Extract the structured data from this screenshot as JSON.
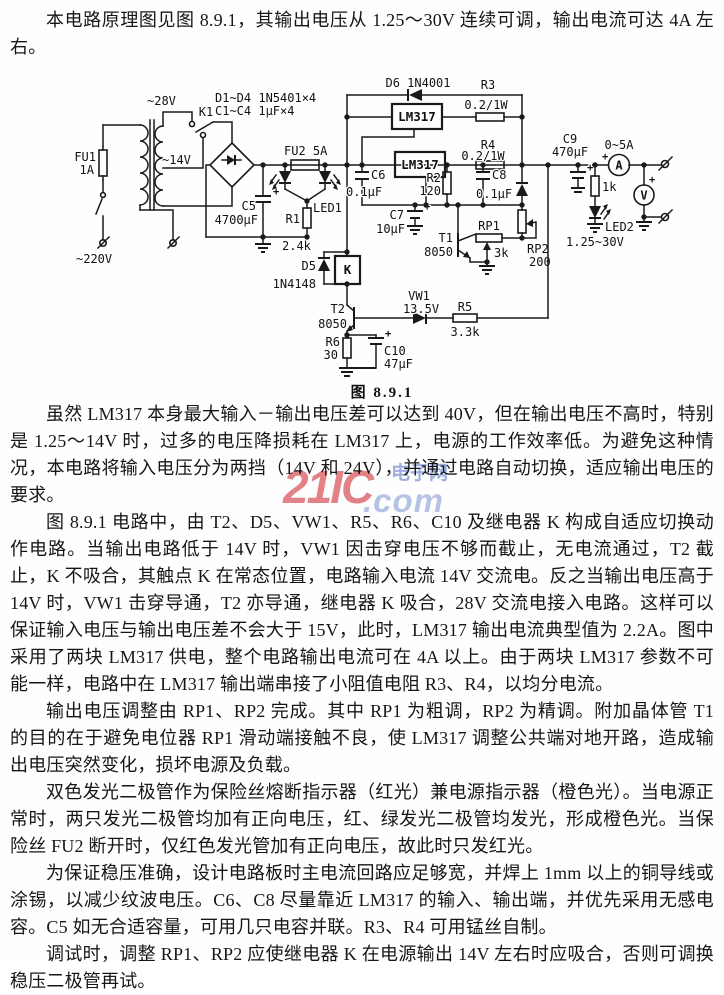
{
  "page": {
    "caption": "图 8.9.1"
  },
  "paragraphs": [
    "本电路原理图见图 8.9.1，其输出电压从 1.25～30V 连续可调，输出电流可达 4A 左右。",
    "虽然 LM317 本身最大输入－输出电压差可以达到 40V，但在输出电压不高时，特别是 1.25～14V 时，过多的电压降损耗在 LM317 上，电源的工作效率低。为避免这种情况，本电路将输入电压分为两挡（14V 和 24V），并通过电路自动切换，适应输出电压的要求。",
    "图 8.9.1 电路中，由 T2、D5、VW1、R5、R6、C10 及继电器 K 构成自适应切换动作电路。当输出电路低于 14V 时，VW1 因击穿电压不够而截止，无电流通过，T2 截止，K 不吸合，其触点 K 在常态位置，电路输入电流 14V 交流电。反之当输出电压高于 14V 时，VW1 击穿导通，T2 亦导通，继电器 K 吸合，28V 交流电接入电路。这样可以保证输入电压与输出电压差不会大于 15V，此时，LM317 输出电流典型值为 2.2A。图中采用了两块 LM317 供电，整个电路输出电流可在 4A 以上。由于两块 LM317 参数不可能一样，电路中在 LM317 输出端串接了小阻值电阻 R3、R4，以均分电流。",
    "输出电压调整由 RP1、RP2 完成。其中 RP1 为粗调，RP2 为精调。附加晶体管 T1 的目的在于避免电位器 RP1 滑动端接触不良，使 LM317 调整公共端对地开路，造成输出电压突然变化，损坏电源及负载。",
    "双色发光二极管作为保险丝熔断指示器（红光）兼电源指示器（橙色光）。当电源正常时，两只发光二极管均加有正向电压，红、绿发光二极管均发光，形成橙色光。当保险丝 FU2 断开时，仅红色发光管加有正向电压，故此时只发红光。",
    "为保证稳压准确，设计电路板时主电流回路应足够宽，并焊上 1mm 以上的铜导线或涂锡，以减少纹波电压。C6、C8 尽量靠近 LM317 的输入、输出端，并优先采用无感电容。C5 如无合适容量，可用几只电容并联。R3、R4 可用锰丝自制。",
    "调试时，调整 RP1、RP2 应使继电器 K 在电源输出 14V 左右时应吸合，否则可调换稳压二极管再试。"
  ],
  "watermark": {
    "main": "21IC",
    "site": "电子网",
    "dotcom": ".com",
    "red": "#d03037",
    "blue": "#4f6dc1"
  },
  "circuit": {
    "labels": {
      "mains": "~220V",
      "fu1": "FU1",
      "fu1_val": "1A",
      "v28": "~28V",
      "v14": "~14V",
      "k1": "K1",
      "d_note": "D1~D4 1N5401×4",
      "c_note": "C1~C4 1μF×4",
      "c5": "C5",
      "c5_val": "4700μF",
      "fu2": "FU2 5A",
      "led1": "LED1",
      "r1": "R1",
      "r1_val": "2.4k",
      "d6": "D6 1N4001",
      "lm317": "LM317",
      "r3": "R3",
      "r3_val": "0.2/1W",
      "r4": "R4",
      "r4_val": "0.2/1W",
      "c6": "C6",
      "c6_val": "0.1μF",
      "c7": "C7",
      "c7_val": "10μF",
      "r2": "R2",
      "r2_val": "120",
      "c8": "C8",
      "c8_val": "0.1μF",
      "t1": "T1",
      "t1_val": "8050",
      "rp1": "RP1",
      "rp1_val": "3k",
      "rp2": "RP2",
      "rp2_val": "200",
      "c9": "C9",
      "c9_val": "470μF",
      "amp_range": "0~5A",
      "ammeter": "A",
      "voltmeter": "V",
      "r_led2": "1k",
      "led2": "LED2",
      "v_range": "1.25~30V",
      "d5": "D5",
      "d5_val": "1N4148",
      "relay": "K",
      "t2": "T2",
      "t2_val": "8050",
      "r6": "R6",
      "r6_val": "30",
      "c10": "C10",
      "c10_val": "47μF",
      "vw1": "VW1",
      "vw1_val": "13.5V",
      "r5": "R5",
      "r5_val": "3.3k",
      "plus": "+"
    }
  }
}
